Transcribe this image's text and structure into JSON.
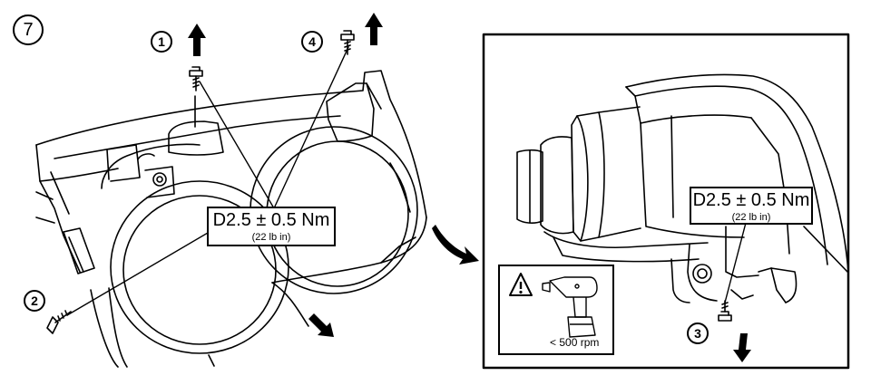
{
  "step_number": "7",
  "callouts": {
    "c1": "1",
    "c2": "2",
    "c3": "3",
    "c4": "4"
  },
  "torque_left": {
    "value": "D2.5 ± 0.5 Nm",
    "imperial": "(22 lb in)"
  },
  "torque_right": {
    "value": "D2.5 ± 0.5 Nm",
    "imperial": "(22 lb in)"
  },
  "warning": {
    "icon": "warning-triangle-icon",
    "tool_icon": "cordless-drill-icon",
    "speed_limit": "< 500 rpm"
  }
}
